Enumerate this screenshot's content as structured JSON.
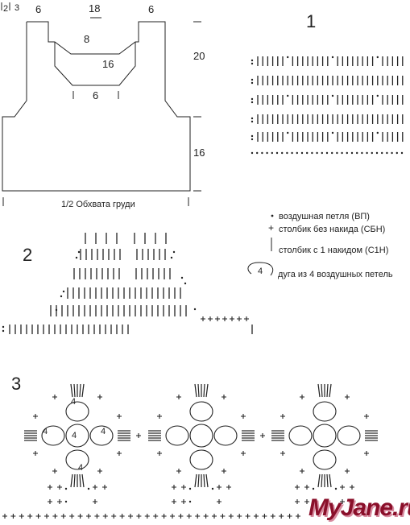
{
  "pattern": {
    "width_labels": [
      "2",
      "3",
      "6",
      "18",
      "6"
    ],
    "neck_labels": [
      "8",
      "16",
      "6"
    ],
    "height_labels": [
      "20",
      "16"
    ],
    "bust_label": "1/2 Обхвата груди"
  },
  "diagrams": {
    "d1": "1",
    "d2": "2",
    "d3": "3"
  },
  "legend": {
    "chain": "воздушная петля (ВП)",
    "sc": "столбик без накида (СБН)",
    "dc": "столбик с 1 накидом (С1Н)",
    "arc_number": "4",
    "arc": "дуга из 4 воздушных петель"
  },
  "motif": {
    "arc_number": "4"
  },
  "watermark": "MyJane.ru",
  "colors": {
    "line": "#222222",
    "watermark": "#8a0f2a"
  }
}
